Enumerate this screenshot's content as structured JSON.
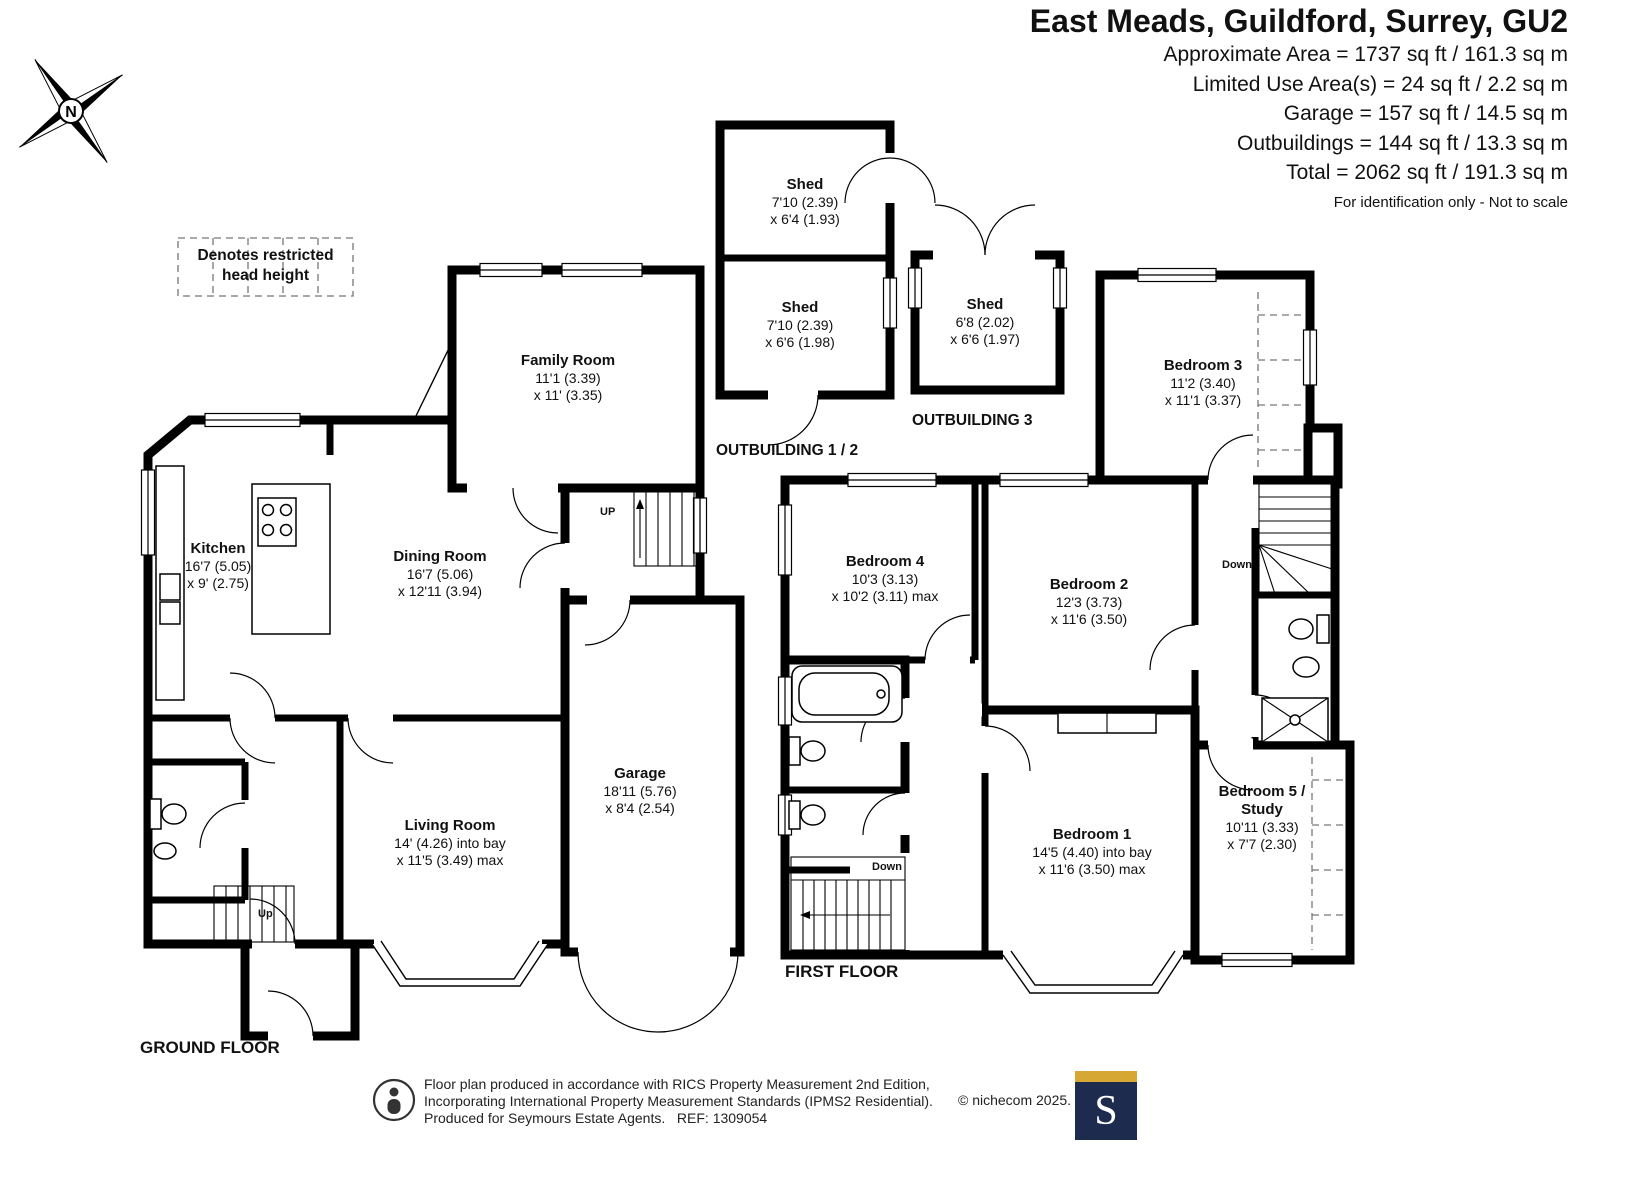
{
  "header": {
    "title": "East Meads, Guildford, Surrey, GU2",
    "lines": [
      "Approximate Area = 1737 sq ft / 161.3 sq m",
      "Limited Use Area(s) = 24 sq ft / 2.2 sq m",
      "Garage = 157 sq ft / 14.5 sq m",
      "Outbuildings = 144 sq ft / 13.3 sq m",
      "Total = 2062 sq ft / 191.3 sq m"
    ],
    "disclaimer": "For identification only - Not to scale"
  },
  "compass": {
    "label": "N"
  },
  "legend": {
    "text": "Denotes restricted head height"
  },
  "ground": {
    "label": "GROUND FLOOR",
    "rooms": {
      "family": {
        "name": "Family Room",
        "dim1": "11'1 (3.39)",
        "dim2": "x 11' (3.35)"
      },
      "kitchen": {
        "name": "Kitchen",
        "dim1": "16'7 (5.05)",
        "dim2": "x 9' (2.75)"
      },
      "dining": {
        "name": "Dining Room",
        "dim1": "16'7 (5.06)",
        "dim2": "x 12'11 (3.94)"
      },
      "living": {
        "name": "Living Room",
        "dim1": "14' (4.26) into bay",
        "dim2": "x 11'5 (3.49) max"
      },
      "garage": {
        "name": "Garage",
        "dim1": "18'11 (5.76)",
        "dim2": "x 8'4 (2.54)"
      }
    },
    "stairs": {
      "up_main": "UP",
      "up_small": "Up"
    }
  },
  "outbuildings": {
    "label12": "OUTBUILDING 1 / 2",
    "label3": "OUTBUILDING 3",
    "shed1": {
      "name": "Shed",
      "dim1": "7'10 (2.39)",
      "dim2": "x 6'4 (1.93)"
    },
    "shed2": {
      "name": "Shed",
      "dim1": "7'10 (2.39)",
      "dim2": "x 6'6 (1.98)"
    },
    "shed3": {
      "name": "Shed",
      "dim1": "6'8 (2.02)",
      "dim2": "x 6'6 (1.97)"
    }
  },
  "first": {
    "label": "FIRST FLOOR",
    "rooms": {
      "bed3": {
        "name": "Bedroom 3",
        "dim1": "11'2 (3.40)",
        "dim2": "x 11'1 (3.37)"
      },
      "bed4": {
        "name": "Bedroom 4",
        "dim1": "10'3 (3.13)",
        "dim2": "x 10'2 (3.11) max"
      },
      "bed2": {
        "name": "Bedroom 2",
        "dim1": "12'3 (3.73)",
        "dim2": "x 11'6 (3.50)"
      },
      "bed1": {
        "name": "Bedroom 1",
        "dim1": "14'5 (4.40) into bay",
        "dim2": "x 11'6 (3.50) max"
      },
      "bed5": {
        "name": "Bedroom 5 /",
        "name2": "Study",
        "dim1": "10'11 (3.33)",
        "dim2": "x 7'7 (2.30)"
      }
    },
    "stairs": {
      "down_right": "Down",
      "down_left": "Down"
    }
  },
  "footer": {
    "line1": "Floor plan produced in accordance with RICS Property Measurement 2nd Edition,",
    "line2": "Incorporating International Property Measurement Standards (IPMS2 Residential).",
    "line3": "Produced for Seymours Estate Agents.   REF: 1309054",
    "copyright": "© nichecom 2025.",
    "logo_letter": "S"
  },
  "colors": {
    "logo_bg": "#1d2b4f",
    "logo_gold": "#d7a733",
    "wall": "#000000"
  }
}
